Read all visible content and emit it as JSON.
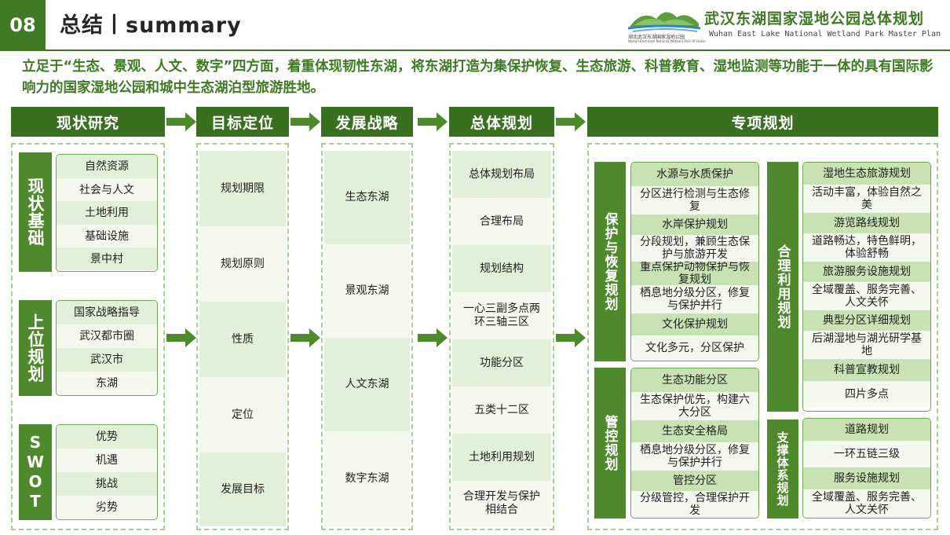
{
  "header": {
    "page_number": "08",
    "title": "总结丨summary",
    "brand_cn": "武汉东湖国家湿地公园总体规划",
    "brand_en": "Wuhan East Lake National Wetland Park Master Plan",
    "logo_cn": "湖北武汉东湖国家湿地公园",
    "logo_en": "Wuhan East Lake National Wetland Park Of Hubei"
  },
  "intro": "立足于“生态、景观、人文、数字”四方面，着重体现韧性东湖，将东湖打造为集保护恢复、生态旅游、科普教育、湿地监测等功能于一体的具有国际影响力的国家湿地公园和城中生态湖泊型旅游胜地。",
  "stages": [
    "现状研究",
    "目标定位",
    "发展战略",
    "总体规划",
    "专项规划"
  ],
  "colors": {
    "dark_green": "#38701f",
    "mid_green": "#4e8a2c",
    "light_green": "#e2efd9",
    "dashed": "#a8d08d"
  },
  "research": [
    {
      "label": "现状基础",
      "items": [
        "自然资源",
        "社会与人文",
        "土地利用",
        "基础设施",
        "景中村"
      ]
    },
    {
      "label": "上位规划",
      "items": [
        "国家战略指导",
        "武汉都市圈",
        "武汉市",
        "东湖"
      ]
    },
    {
      "label": "SWOT",
      "items": [
        "优势",
        "机遇",
        "挑战",
        "劣势"
      ]
    }
  ],
  "targets": [
    "规划期限",
    "规划原则",
    "性质",
    "定位",
    "发展目标"
  ],
  "strategies": [
    "生态东湖",
    "景观东湖",
    "人文东湖",
    "数字东湖"
  ],
  "master_plan": [
    "总体规划布局",
    "合理布局",
    "规划结构",
    "一心三副多点两环三轴三区",
    "功能分区",
    "五类十二区",
    "土地利用规划",
    "合理开发与保护相结合"
  ],
  "special": [
    {
      "label": "保护与恢复规划",
      "items": [
        "水源与水质保护",
        "分区进行检测与生态修复",
        "水岸保护规划",
        "分段规划，兼顾生态保护与旅游开发",
        "重点保护动物保护与恢复规划",
        "栖息地分级分区，修复与保护并行",
        "文化保护规划",
        "文化多元，分区保护"
      ]
    },
    {
      "label": "管控规划",
      "items": [
        "生态功能分区",
        "生态保护优先，构建六大分区",
        "生态安全格局",
        "栖息地分级分区，修复与保护并行",
        "管控分区",
        "分级管控，合理保护开发"
      ]
    },
    {
      "label": "合理利用规划",
      "items": [
        "湿地生态旅游规划",
        "活动丰富，体验自然之美",
        "游览路线规划",
        "道路畅达，特色鲜明，体验舒畅",
        "旅游服务设施规划",
        "全域覆盖、服务完善、人文关怀",
        "典型分区详细规划",
        "后湖湿地与湖光研学基地",
        "科普宣教规划",
        "四片多点"
      ]
    },
    {
      "label": "支撑体系规划",
      "items": [
        "道路规划",
        "一环五链三级",
        "服务设施规划",
        "全域覆盖、服务完善、人文关怀"
      ]
    }
  ]
}
